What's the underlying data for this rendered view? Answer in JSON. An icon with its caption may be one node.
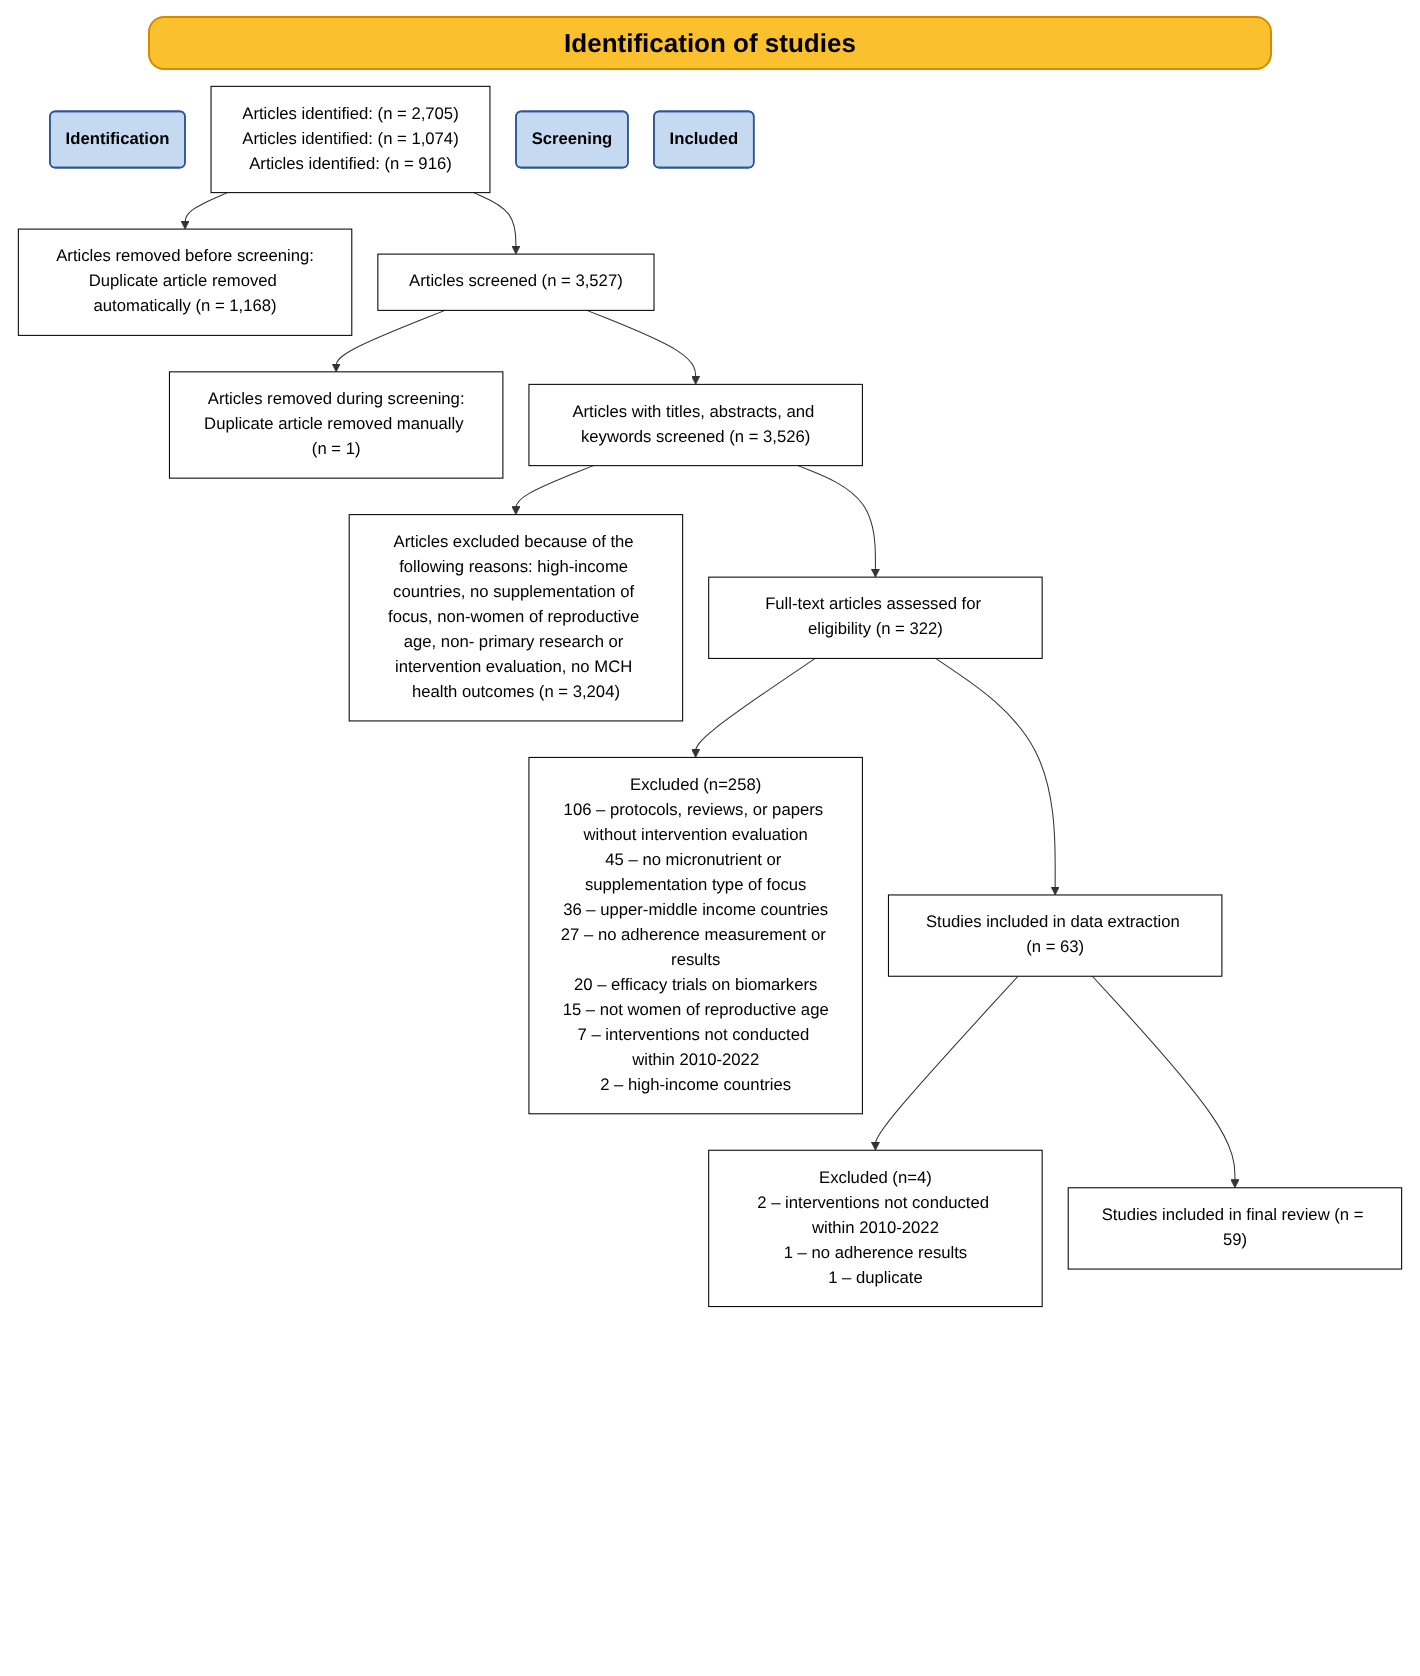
{
  "diagram": {
    "title": "Identification of studies",
    "nodes": [
      {
        "text": [
          "Identification"
        ]
      },
      {
        "text": [
          "Articles identified: (n = 2,705)",
          "Articles identified: (n = 1,074)",
          "Articles identified: (n = 916)"
        ]
      },
      {
        "text": [
          "Articles removed before screening:",
          "Duplicate article removed automatically (n = 1,168)"
        ]
      },
      {
        "text": [
          "Screening"
        ]
      },
      {
        "text": [
          "Articles screened (n = 3,527)"
        ]
      },
      {
        "text": [
          "Articles removed during screening:",
          "Duplicate article removed manually (n = 1)"
        ]
      },
      {
        "text": [
          "Articles with titles, abstracts, and keywords screened (n = 3,526)"
        ]
      },
      {
        "text": [
          "Articles excluded because of the following reasons: high-income countries, no supplementation of focus, non-women of reproductive age, non- primary research or intervention evaluation, no MCH health outcomes (n = 3,204)"
        ]
      },
      {
        "text": [
          "Full-text articles assessed for eligibility (n = 322)"
        ]
      },
      {
        "text": [
          "Excluded (n=258)",
          "106 – protocols, reviews, or papers without intervention evaluation",
          "45 – no micronutrient or supplementation type of focus",
          "36 – upper-middle income countries",
          "27 – no adherence measurement or results",
          "20 – efficacy trials on biomarkers",
          "15 – not women of reproductive age",
          "7 – interventions not conducted within 2010-2022",
          "2 – high-income countries"
        ]
      },
      {
        "text": [
          "Included"
        ]
      },
      {
        "text": [
          "Studies included in data extraction (n = 63)"
        ]
      },
      {
        "text": [
          "Excluded (n=4)",
          "2 – interventions not conducted within 2010-2022",
          "1 – no adherence results",
          "1 – duplicate"
        ]
      },
      {
        "text": [
          "Studies included in final review (n = 59)"
        ]
      }
    ],
    "edges": [
      {
        "from": 1,
        "to": 2,
        "arrow": "to"
      },
      {
        "from": 1,
        "to": 4,
        "arrow": "to"
      },
      {
        "from": 4,
        "to": 5,
        "arrow": "to"
      },
      {
        "from": 4,
        "to": 6,
        "arrow": "to"
      },
      {
        "from": 6,
        "to": 7,
        "arrow": "to"
      },
      {
        "from": 6,
        "to": 8,
        "arrow": "to"
      },
      {
        "from": 8,
        "to": 9,
        "arrow": "to"
      },
      {
        "from": 8,
        "to": 11,
        "arrow": "to"
      },
      {
        "from": 11,
        "to": 12,
        "arrow": "to"
      },
      {
        "from": 11,
        "to": 13,
        "arrow": "to"
      }
    ]
  }
}
